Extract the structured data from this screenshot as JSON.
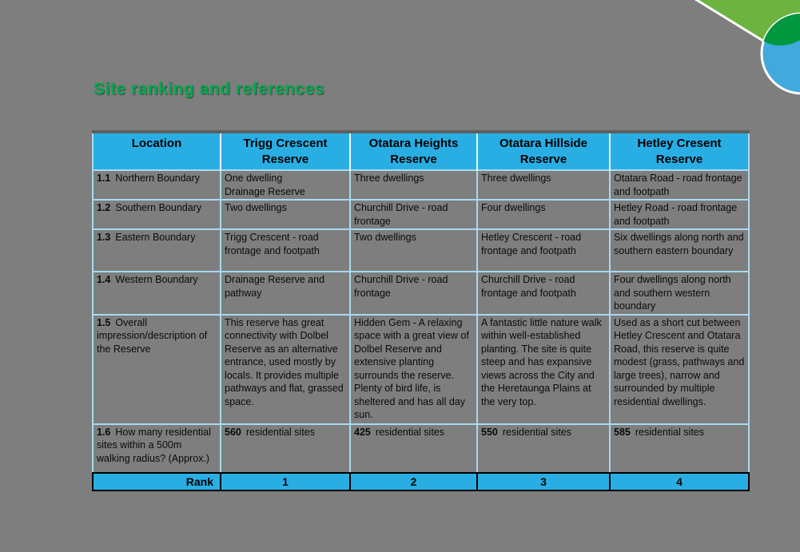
{
  "page": {
    "background": "#7E7E7E",
    "title": "Site ranking and references",
    "title_color": "#00A94E"
  },
  "decoration": {
    "name": "corner-logo-shapes",
    "wedge_color": "#6CB33F",
    "dark_circle_color": "#00973E",
    "blue_circle_color": "#41A9DC",
    "outline_color": "#FFFFFF"
  },
  "table": {
    "accent_color": "#29AEE4",
    "grid_color": "#A9D8EF",
    "headers": [
      "Location",
      "Trigg Crescent\nReserve",
      "Otatara Heights\nReserve",
      "Otatara Hillside\nReserve",
      "Hetley Cresent\nReserve"
    ],
    "rows": [
      {
        "num": "1.1",
        "label": "Northern Boundary",
        "cells": [
          "One dwelling\nDrainage Reserve",
          "Three dwellings",
          "Three dwellings",
          "Otatara Road - road frontage and footpath"
        ]
      },
      {
        "num": "1.2",
        "label": "Southern Boundary",
        "cells": [
          "Two dwellings",
          "Churchill Drive - road frontage",
          "Four dwellings",
          "Hetley Road - road frontage and footpath"
        ]
      },
      {
        "num": "1.3",
        "label": "Eastern Boundary",
        "cells": [
          "Trigg Crescent - road frontage and footpath",
          "Two dwellings",
          "Hetley Crescent - road frontage and footpath",
          "Six dwellings along north and southern eastern boundary"
        ]
      },
      {
        "num": "1.4",
        "label": "Western Boundary",
        "cells": [
          "Drainage Reserve and pathway",
          "Churchill Drive - road frontage",
          "Churchill Drive - road frontage and footpath",
          "Four dwellings along north and southern western boundary"
        ]
      },
      {
        "num": "1.5",
        "label": "Overall impression/description of the Reserve",
        "cells": [
          "This reserve has great connectivity with Dolbel Reserve as an alternative entrance, used mostly by locals.  It provides multiple pathways and flat, grassed space.",
          "Hidden Gem - A relaxing space with a great view of Dolbel Reserve and extensive planting surrounds the reserve. Plenty of bird life, is sheltered and has all day sun.",
          "A fantastic little nature walk within well-established planting. The site is quite steep and has expansive views across the City and the Heretaunga Plains at the very top.",
          "Used as a short cut between Hetley Crescent and Otatara Road, this reserve is quite modest (grass, pathways and large trees), narrow and surrounded by multiple residential dwellings."
        ]
      },
      {
        "num": "1.6",
        "label": "How many residential sites within a 500m walking radius? (Approx.)",
        "counts": [
          "560",
          "425",
          "550",
          "585"
        ],
        "count_suffix": "residential sites"
      }
    ],
    "rank": {
      "label": "Rank",
      "values": [
        "1",
        "2",
        "3",
        "4"
      ]
    }
  }
}
